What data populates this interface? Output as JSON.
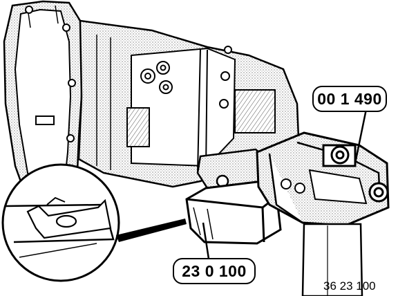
{
  "figure": {
    "callouts": [
      {
        "id": "tool-holder",
        "label": "00 1 490"
      },
      {
        "id": "oil-pan-tool",
        "label": "23 0 100"
      }
    ],
    "figure_number": "36 23 100"
  }
}
